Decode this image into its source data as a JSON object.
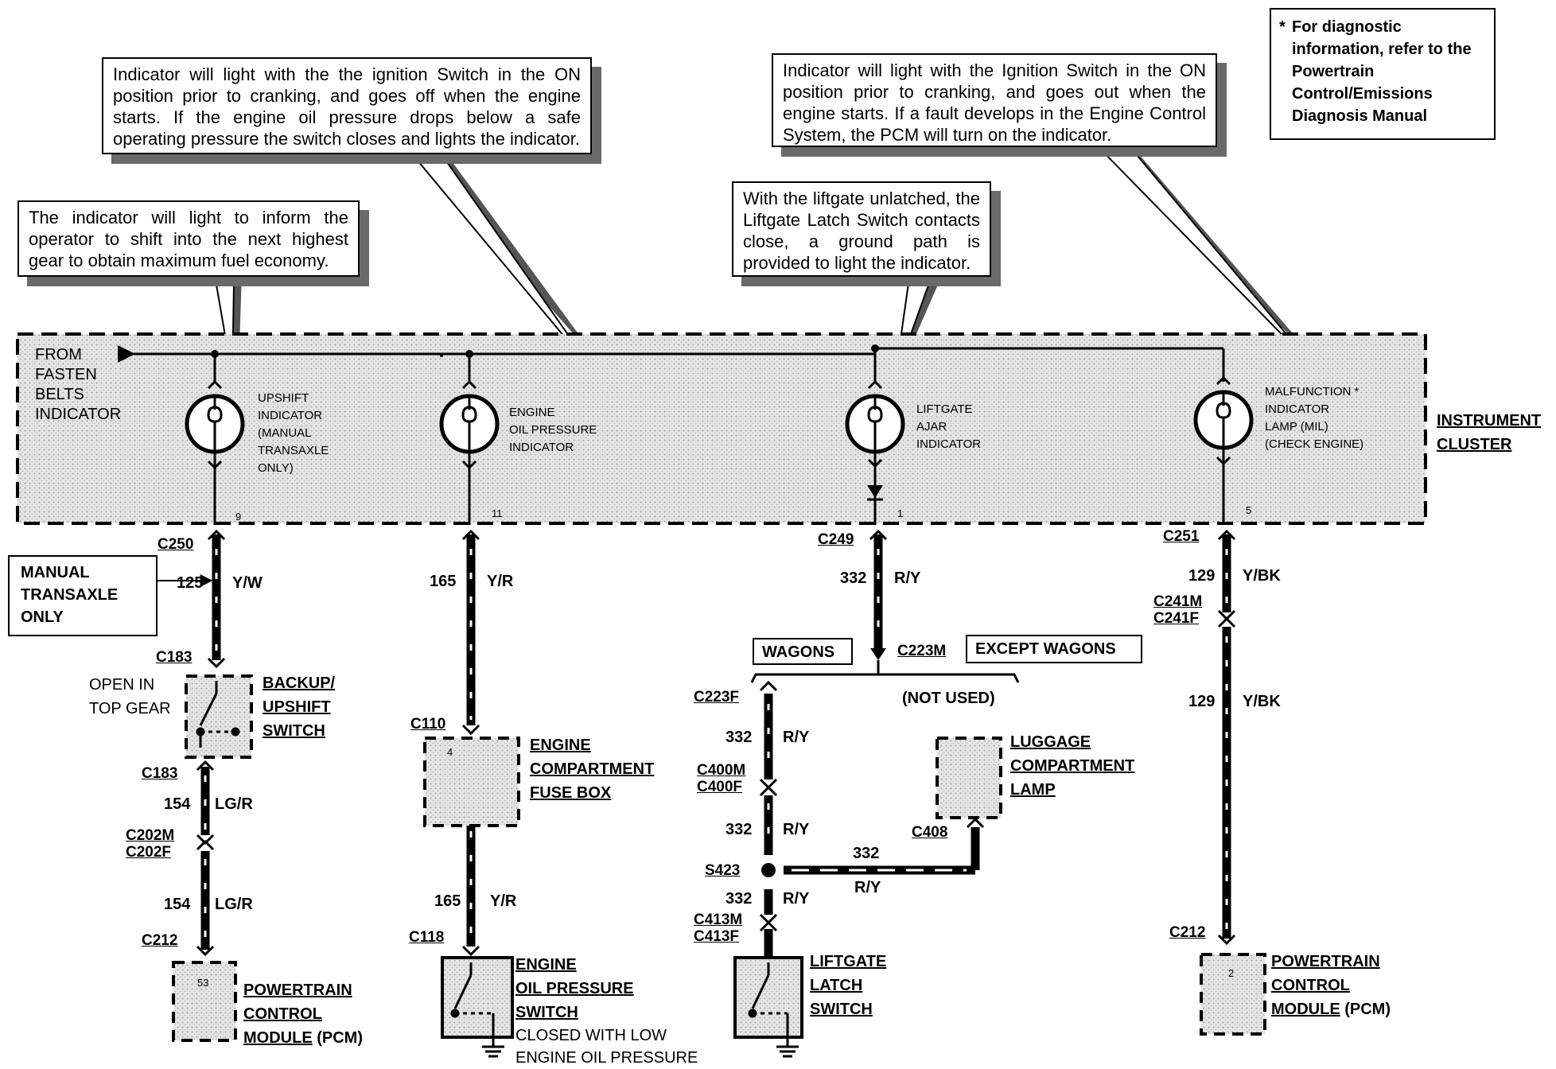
{
  "callouts": {
    "oil": "Indicator will light with the the ignition Switch in the ON position prior to cranking, and goes off when the engine starts. If the engine oil pressure drops below a safe operating pressure the switch closes and lights the indicator.",
    "mil": "Indicator will light with the Ignition Switch in the ON position prior to cranking, and goes out when the engine starts. If a fault develops in the Engine Control System, the PCM will turn on the indicator.",
    "upshift": "The indicator will light to inform the operator to shift into the next highest gear to obtain maximum fuel economy.",
    "liftgate": "With the liftgate unlatched, the Liftgate Latch Switch contacts close, a ground path is provided to light the indicator."
  },
  "note": {
    "star": "*",
    "text": "For diagnostic information, refer to the Powertrain Control/Emissions Diagnosis Manual"
  },
  "cluster": {
    "from_line1": "FROM",
    "from_line2": "FASTEN",
    "from_line3": "BELTS",
    "from_line4": "INDICATOR",
    "title_line1": "INSTRUMENT",
    "title_line2": "CLUSTER",
    "upshift_label": [
      "UPSHIFT",
      "INDICATOR",
      "(MANUAL",
      "TRANSAXLE",
      "ONLY)"
    ],
    "oil_label": [
      "ENGINE",
      "OIL PRESSURE",
      "INDICATOR"
    ],
    "liftgate_label": [
      "LIFTGATE",
      "AJAR",
      "INDICATOR"
    ],
    "mil_label": [
      "MALFUNCTION *",
      "INDICATOR",
      "LAMP (MIL)",
      "(CHECK ENGINE)"
    ],
    "pin_upshift": "9",
    "pin_oil": "11",
    "pin_liftgate": "1",
    "pin_mil": "5"
  },
  "col1": {
    "c250": "C250",
    "manual_box": [
      "MANUAL",
      "TRANSAXLE",
      "ONLY"
    ],
    "w1_num": "125",
    "w1_color": "Y/W",
    "c183a": "C183",
    "open_line1": "OPEN IN",
    "open_line2": "TOP GEAR",
    "switch": [
      "BACKUP/",
      "UPSHIFT",
      "SWITCH"
    ],
    "c183b": "C183",
    "w2_num": "154",
    "w2_color": "LG/R",
    "c202m": "C202M",
    "c202f": "C202F",
    "w3_num": "154",
    "w3_color": "LG/R",
    "c212": "C212",
    "pcm_pin": "53",
    "pcm": [
      "POWERTRAIN",
      "CONTROL",
      "MODULE"
    ],
    "pcm_suffix": " (PCM)"
  },
  "col2": {
    "w1_num": "165",
    "w1_color": "Y/R",
    "c110": "C110",
    "fuse_pin": "4",
    "fuse": [
      "ENGINE",
      "COMPARTMENT",
      "FUSE BOX"
    ],
    "w2_num": "165",
    "w2_color": "Y/R",
    "c118": "C118",
    "switch": [
      "ENGINE",
      "OIL PRESSURE",
      "SWITCH"
    ],
    "closed_line1": "CLOSED WITH LOW",
    "closed_line2": "ENGINE OIL PRESSURE"
  },
  "col3": {
    "c249": "C249",
    "w1_num": "332",
    "w1_color": "R/Y",
    "wagons": "WAGONS",
    "c223m": "C223M",
    "except": "EXCEPT WAGONS",
    "not_used": "(NOT USED)",
    "c223f": "C223F",
    "w2_num": "332",
    "w2_color": "R/Y",
    "c400m": "C400M",
    "c400f": "C400F",
    "w3_num": "332",
    "w3_color": "R/Y",
    "s423": "S423",
    "w4_num": "332",
    "w4_color": "R/Y",
    "c413m": "C413M",
    "c413f": "C413F",
    "switch": [
      "LIFTGATE",
      "LATCH",
      "SWITCH"
    ],
    "lamp": [
      "LUGGAGE",
      "COMPARTMENT",
      "LAMP"
    ],
    "c408": "C408",
    "w5_num": "332",
    "w5_color": "R/Y"
  },
  "col4": {
    "c251": "C251",
    "w1_num": "129",
    "w1_color": "Y/BK",
    "c241m": "C241M",
    "c241f": "C241F",
    "w2_num": "129",
    "w2_color": "Y/BK",
    "c212": "C212",
    "pcm_pin": "2",
    "pcm": [
      "POWERTRAIN",
      "CONTROL",
      "MODULE"
    ],
    "pcm_suffix": " (PCM)"
  }
}
